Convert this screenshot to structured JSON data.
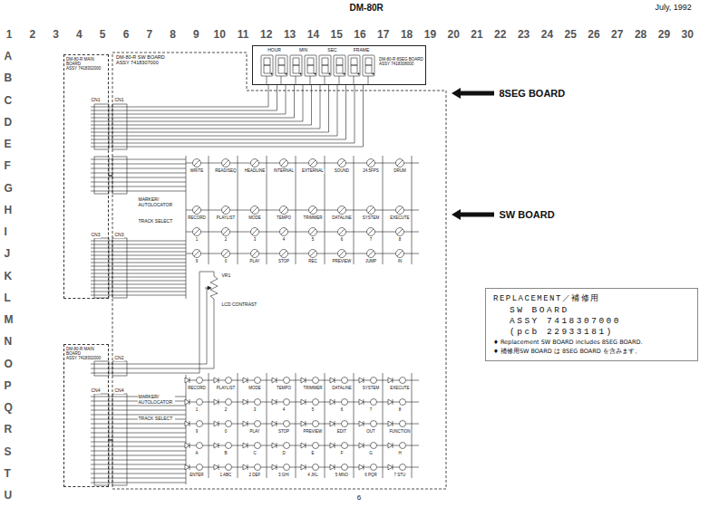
{
  "diagram": {
    "nodes": [
      {
        "text": [
          "DM-80-R MAIN BOARD",
          "ASSY 7418302000"
        ]
      },
      {
        "text": [
          "DM-80-R SW BOARD",
          "ASSY 7418307000"
        ]
      },
      {
        "text": [
          "DM-80-R 8SEG BOARD",
          "ASSY 7418308000"
        ],
        "in": 1
      },
      {
        "text": [
          "DM-80-R MAIN BOARD",
          "ASSY 7418302000"
        ]
      },
      {
        "text": [
          "REPLACEMENT／補修用",
          "SW BOARD",
          "ASSY 7418307000",
          "(pcb 22933181)",
          "♦ Replacement SW BOARD includes 8SEG BOARD.",
          "♦ 補修用SW BOARD は 8SEG BOARD を含みます。"
        ]
      }
    ],
    "edges": [
      {
        "from": 0,
        "to": 1,
        "arrow": "none"
      },
      {
        "from": 3,
        "to": 1,
        "arrow": "none"
      }
    ],
    "labels": [
      "DM-80R",
      "July, 1992",
      "1",
      "2",
      "3",
      "4",
      "5",
      "6",
      "7",
      "8",
      "9",
      "10",
      "11",
      "12",
      "13",
      "14",
      "15",
      "16",
      "17",
      "18",
      "19",
      "20",
      "21",
      "22",
      "23",
      "24",
      "25",
      "26",
      "27",
      "28",
      "29",
      "30",
      "A",
      "B",
      "C",
      "D",
      "E",
      "F",
      "G",
      "H",
      "I",
      "J",
      "K",
      "L",
      "M",
      "N",
      "O",
      "P",
      "Q",
      "R",
      "S",
      "T",
      "U",
      "8SEG BOARD",
      "SW BOARD",
      "6",
      "HOUR",
      "MIN",
      "SEC",
      "FRAME",
      "WRITE",
      "READ/SEQ",
      "HEADLINE",
      "INTERNAL",
      "EXTERNAL",
      "SOUND",
      "24.5FPS",
      "DRUM",
      "RECORD",
      "PLAYLIST",
      "MODE",
      "TEMPO",
      "TRIMMER",
      "DATALINE",
      "SYSTEM",
      "EXECUTE",
      "1",
      "2",
      "3",
      "4",
      "5",
      "6",
      "7",
      "8",
      "9",
      "0",
      "PLAY",
      "STOP",
      "REC",
      "PREVIEW",
      "JUMP",
      "IN",
      "MARKER/ AUTOLOCATOR",
      "TRACK SELECT",
      "VR1",
      "LCD CONTRAST",
      "RECORD",
      "PLAYLIST",
      "MODE",
      "TEMPO",
      "TRIMMER",
      "DATALINE",
      "SYSTEM",
      "EXECUTE",
      "1",
      "2",
      "3",
      "4",
      "5",
      "6",
      "7",
      "8",
      "9",
      "0",
      "PLAY",
      "STOP",
      "PREVIEW",
      "EDIT",
      "OUT",
      "FUNCTION",
      "A",
      "B",
      "C",
      "D",
      "E",
      "F",
      "G",
      "H",
      "ENTER",
      "1 ABC",
      "2 DEF",
      "3 GHI",
      "4 JKL",
      "5 MNO",
      "6 PQR",
      "7 STU",
      "MARKER/ AUTOLOCATOR",
      "TRACK SELECT",
      "CN1",
      "CN1",
      "CN3",
      "CN3",
      "CN2",
      "CN4",
      "CN4"
    ]
  }
}
